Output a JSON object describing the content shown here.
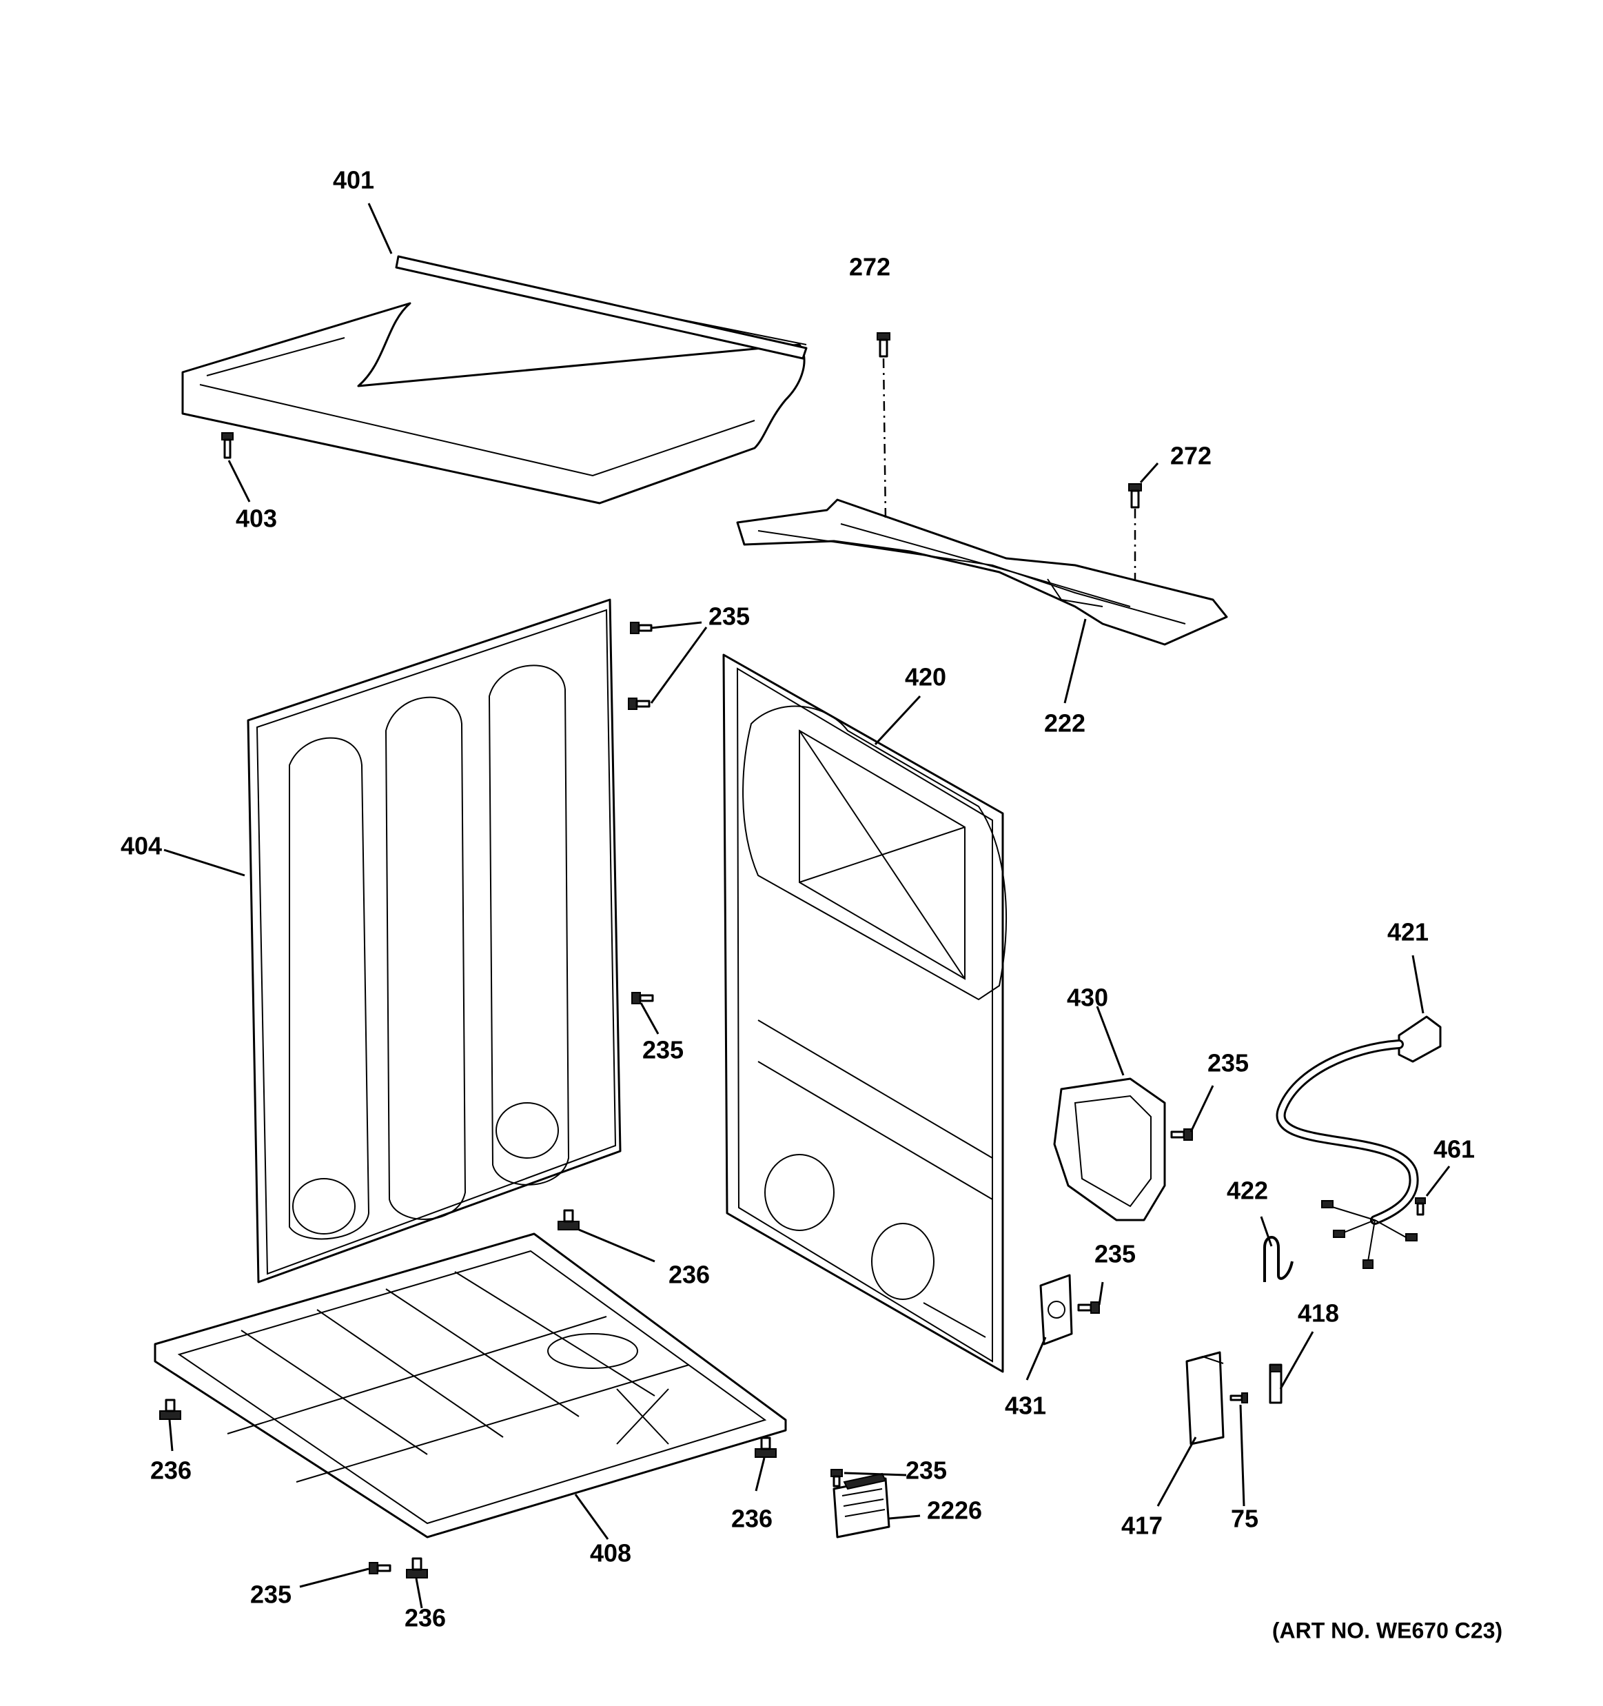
{
  "art_number": "(ART NO. WE670 C23)",
  "callouts": [
    {
      "id": "c401",
      "text": "401"
    },
    {
      "id": "c403",
      "text": "403"
    },
    {
      "id": "c272a",
      "text": "272"
    },
    {
      "id": "c272b",
      "text": "272"
    },
    {
      "id": "c222",
      "text": "222"
    },
    {
      "id": "c235a",
      "text": "235"
    },
    {
      "id": "c235b",
      "text": "235"
    },
    {
      "id": "c235c",
      "text": "235"
    },
    {
      "id": "c235d",
      "text": "235"
    },
    {
      "id": "c235e",
      "text": "235"
    },
    {
      "id": "c235f",
      "text": "235"
    },
    {
      "id": "c420",
      "text": "420"
    },
    {
      "id": "c404",
      "text": "404"
    },
    {
      "id": "c421",
      "text": "421"
    },
    {
      "id": "c430",
      "text": "430"
    },
    {
      "id": "c461",
      "text": "461"
    },
    {
      "id": "c422",
      "text": "422"
    },
    {
      "id": "c431",
      "text": "431"
    },
    {
      "id": "c418",
      "text": "418"
    },
    {
      "id": "c417",
      "text": "417"
    },
    {
      "id": "c75",
      "text": "75"
    },
    {
      "id": "c236a",
      "text": "236"
    },
    {
      "id": "c236b",
      "text": "236"
    },
    {
      "id": "c236c",
      "text": "236"
    },
    {
      "id": "c236d",
      "text": "236"
    },
    {
      "id": "c408",
      "text": "408"
    },
    {
      "id": "c2226",
      "text": "2226"
    }
  ]
}
